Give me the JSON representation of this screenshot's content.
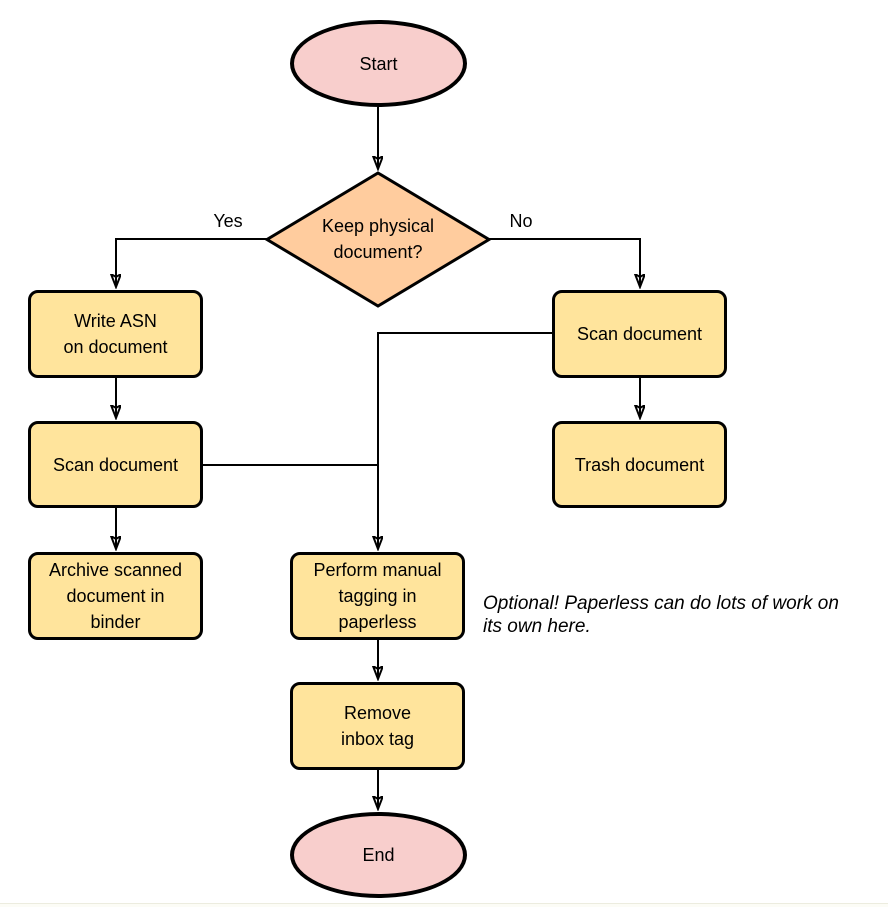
{
  "colors": {
    "background": "#FFFFFF",
    "stroke": "#000000",
    "text": "#000000",
    "terminator_fill": "#F8CECC",
    "decision_fill": "#FFCC9E",
    "process_fill": "#FFE49C"
  },
  "nodes": {
    "start": {
      "type": "terminator",
      "label": "Start"
    },
    "decision": {
      "type": "decision",
      "label": "Keep physical\ndocument?"
    },
    "write_asn": {
      "type": "process",
      "label": "Write ASN\non document"
    },
    "scan_left": {
      "type": "process",
      "label": "Scan document"
    },
    "archive": {
      "type": "process",
      "label": "Archive scanned\ndocument in\nbinder"
    },
    "scan_right": {
      "type": "process",
      "label": "Scan document"
    },
    "trash": {
      "type": "process",
      "label": "Trash document"
    },
    "tagging": {
      "type": "process",
      "label": "Perform manual\ntagging in\npaperless"
    },
    "remove_inbox": {
      "type": "process",
      "label": "Remove\ninbox tag"
    },
    "end": {
      "type": "terminator",
      "label": "End"
    }
  },
  "edge_labels": {
    "yes": "Yes",
    "no": "No"
  },
  "annotation": {
    "text": "Optional! Paperless can do lots of work on\nits own here."
  }
}
